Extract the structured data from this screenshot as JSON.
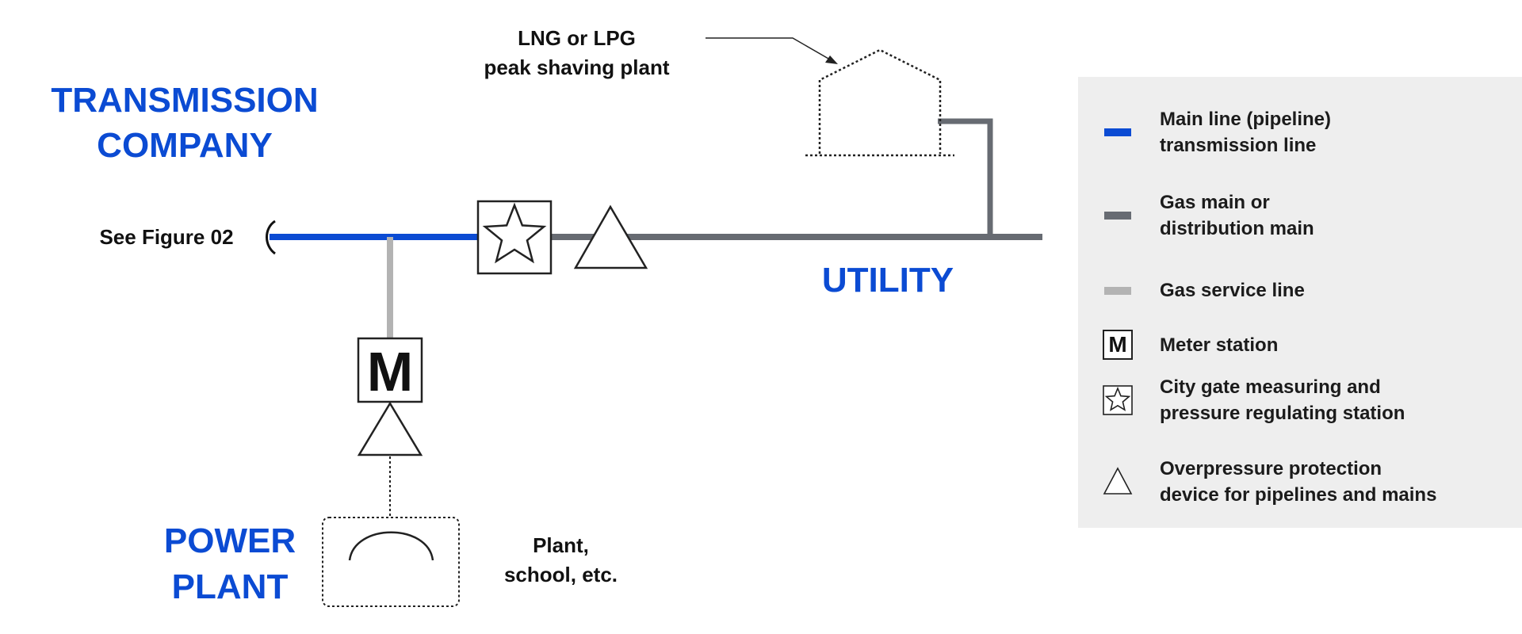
{
  "labels": {
    "transmission_company": "TRANSMISSION\nCOMPANY",
    "utility": "UTILITY",
    "power_plant": "POWER\nPLANT",
    "see_figure": "See Figure 02",
    "peak_shaving": "LNG or LPG\npeak shaving plant",
    "plant_school": "Plant,\nschool, etc.",
    "meter_letter": "M"
  },
  "legend": {
    "items": [
      {
        "icon": "transmission-line-swatch",
        "text": "Main line (pipeline)\ntransmission line"
      },
      {
        "icon": "gas-main-swatch",
        "text": "Gas main or\ndistribution main"
      },
      {
        "icon": "service-line-swatch",
        "text": "Gas service line"
      },
      {
        "icon": "meter-station-icon",
        "text": "Meter station",
        "letter": "M"
      },
      {
        "icon": "city-gate-star-icon",
        "text": "City gate measuring and\npressure regulating station"
      },
      {
        "icon": "overpressure-triangle-icon",
        "text": "Overpressure protection\ndevice for pipelines and mains"
      }
    ]
  },
  "colors": {
    "brand_blue": "#0b4bd3",
    "transmission_line": "#0b4bd3",
    "gas_main": "#676b72",
    "service_line": "#b3b3b3",
    "legend_background": "#eeeeee",
    "outline": "#222222"
  }
}
